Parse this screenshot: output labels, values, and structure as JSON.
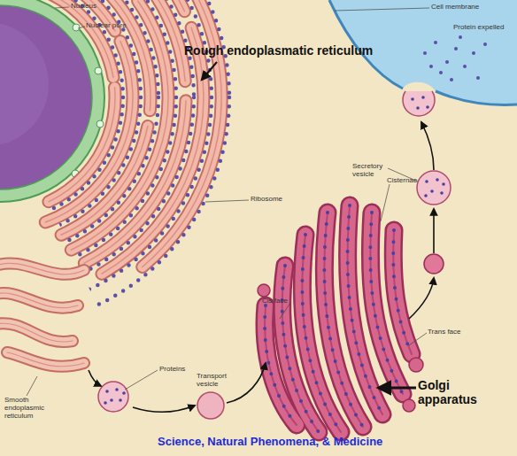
{
  "diagram": {
    "caption": "Science, Natural Phenomena, & Medicine",
    "labels": [
      "Nucleus",
      "Nuclear pore",
      "Rough endoplasmatic reticulum",
      "Ribosome",
      "Smooth endoplasmic reticulum",
      "Proteins",
      "Transport vesicle",
      "Cis face",
      "Cisternae",
      "Secretory vesicle",
      "Trans face",
      "Golgi apparatus",
      "Cell membrane",
      "Protein expelled"
    ]
  }
}
